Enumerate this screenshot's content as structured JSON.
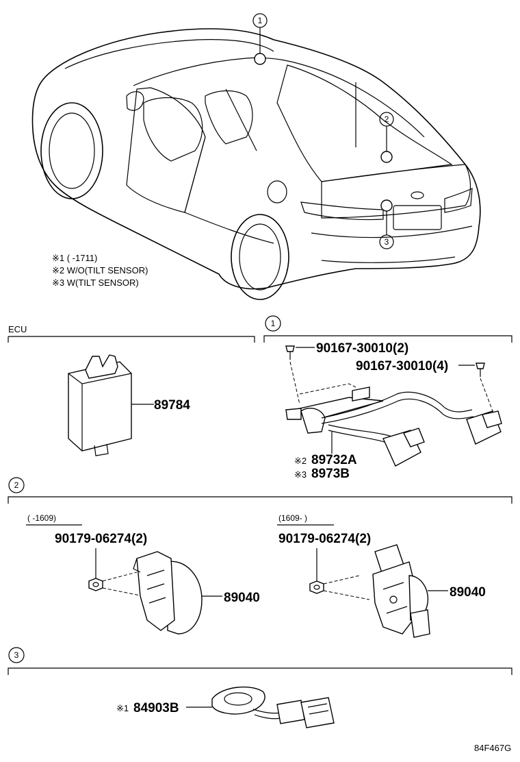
{
  "vehicle_notes": {
    "note1": "※1 (      -1711)",
    "note2": "※2 W/O(TILT SENSOR)",
    "note3": "※3 W(TILT SENSOR)"
  },
  "callouts": {
    "c1": "1",
    "c2": "2",
    "c3": "3"
  },
  "ecu_section": {
    "title": "ECU",
    "part": "89784"
  },
  "section1": {
    "bolt_a": "90167-30010(2)",
    "bolt_b": "90167-30010(4)",
    "sensor_a_mark": "※2",
    "sensor_a": "89732A",
    "sensor_b_mark": "※3",
    "sensor_b": "8973B"
  },
  "section2": {
    "left_range": "(      -1609)",
    "left_nut": "90179-06274(2)",
    "left_part": "89040",
    "right_range": "(1609-      )",
    "right_nut": "90179-06274(2)",
    "right_part": "89040"
  },
  "section3": {
    "mark": "※1",
    "part": "84903B"
  },
  "figure_code": "84F467G"
}
